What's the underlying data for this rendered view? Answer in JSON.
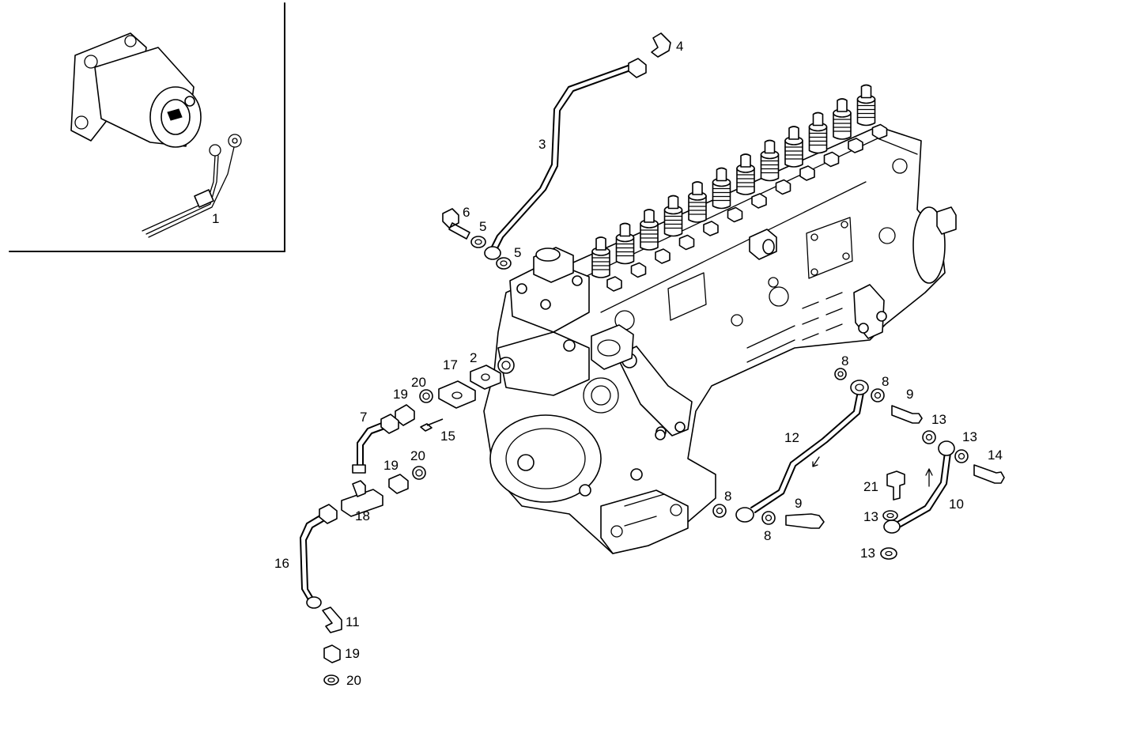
{
  "diagram": {
    "inset": {
      "callouts": [
        "1"
      ]
    },
    "callouts": {
      "c2": "2",
      "c3": "3",
      "c4": "4",
      "c5a": "5",
      "c5b": "5",
      "c6": "6",
      "c7": "7",
      "c8a": "8",
      "c8b": "8",
      "c8c": "8",
      "c8d": "8",
      "c9a": "9",
      "c9b": "9",
      "c10": "10",
      "c11": "11",
      "c12": "12",
      "c13a": "13",
      "c13b": "13",
      "c13c": "13",
      "c13d": "13",
      "c14": "14",
      "c15": "15",
      "c16": "16",
      "c17": "17",
      "c18": "18",
      "c19a": "19",
      "c19b": "19",
      "c19c": "19",
      "c20a": "20",
      "c20b": "20",
      "c20c": "20",
      "c21": "21"
    }
  }
}
